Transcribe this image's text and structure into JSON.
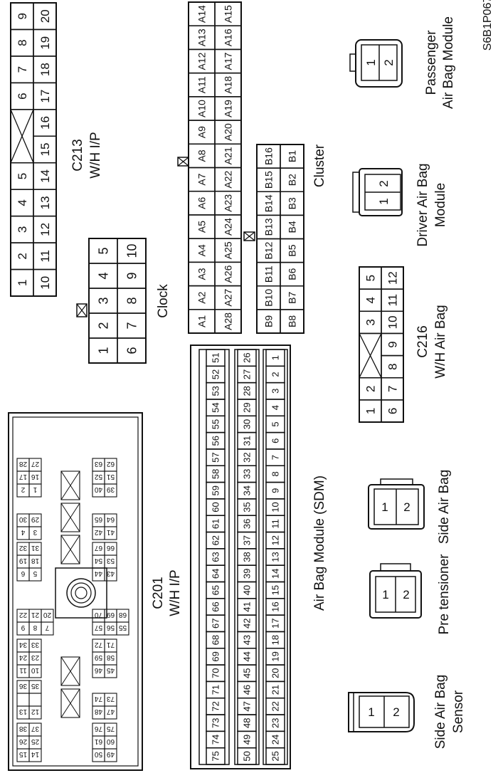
{
  "figure_id": "S6B1P067",
  "connectors": {
    "c213": {
      "title": "C213",
      "subtitle": "W/H I/P",
      "row1": [
        "1",
        "2",
        "3",
        "4",
        "5",
        "",
        "6",
        "7",
        "8",
        "9"
      ],
      "row2": [
        "10",
        "11",
        "12",
        "13",
        "14",
        "15",
        "16",
        "17",
        "18",
        "19",
        "20"
      ]
    },
    "cluster": {
      "title": "Cluster",
      "a_row1": [
        "A1",
        "A2",
        "A3",
        "A4",
        "A5",
        "A6",
        "A7",
        "A8",
        "A9",
        "A10",
        "A11",
        "A12",
        "A13",
        "A14"
      ],
      "a_row2": [
        "A28",
        "A27",
        "A26",
        "A25",
        "A24",
        "A23",
        "A22",
        "A21",
        "A20",
        "A19",
        "A18",
        "A17",
        "A16",
        "A15"
      ],
      "b_row1": [
        "B9",
        "B10",
        "B11",
        "B12",
        "B13",
        "B14",
        "B15",
        "B16"
      ],
      "b_row2": [
        "B8",
        "B7",
        "B6",
        "B5",
        "B4",
        "B3",
        "B2",
        "B1"
      ]
    },
    "clock": {
      "title": "Clock",
      "row1": [
        "1",
        "2",
        "3",
        "4",
        "5"
      ],
      "row2": [
        "6",
        "7",
        "8",
        "9",
        "10"
      ]
    },
    "passenger_airbag": {
      "title_line1": "Passenger",
      "title_line2": "Air Bag Module",
      "pins": [
        "1",
        "2"
      ]
    },
    "driver_airbag": {
      "title_line1": "Driver Air Bag",
      "title_line2": "Module",
      "pins": [
        "1",
        "2"
      ]
    },
    "c216": {
      "title": "C216",
      "subtitle": "W/H Air Bag",
      "row1": [
        "1",
        "2",
        "",
        "3",
        "4",
        "5"
      ],
      "row2": [
        "6",
        "7",
        "8",
        "9",
        "10",
        "11",
        "12"
      ]
    },
    "sdm": {
      "title": "Air Bag Module (SDM)",
      "row1": [
        "75",
        "74",
        "73",
        "72",
        "71",
        "70",
        "69",
        "68",
        "67",
        "66",
        "65",
        "64",
        "63",
        "62",
        "61",
        "60",
        "59",
        "58",
        "57",
        "56",
        "55",
        "54",
        "53",
        "52",
        "51"
      ],
      "row2": [
        "50",
        "49",
        "48",
        "47",
        "46",
        "45",
        "44",
        "43",
        "42",
        "41",
        "40",
        "39",
        "38",
        "37",
        "36",
        "35",
        "34",
        "33",
        "32",
        "31",
        "30",
        "29",
        "28",
        "27",
        "26"
      ],
      "row3": [
        "25",
        "24",
        "23",
        "22",
        "21",
        "20",
        "19",
        "18",
        "17",
        "16",
        "15",
        "14",
        "13",
        "12",
        "11",
        "10",
        "9",
        "8",
        "7",
        "6",
        "5",
        "4",
        "3",
        "2",
        "1"
      ]
    },
    "side_airbag": {
      "title": "Side Air Bag",
      "pins": [
        "1",
        "2"
      ]
    },
    "pretensioner": {
      "title": "Pre tensioner",
      "pins": [
        "1",
        "2"
      ]
    },
    "side_airbag_sensor": {
      "title_line1": "Side Air Bag",
      "title_line2": "Sensor",
      "pins": [
        "1",
        "2"
      ]
    },
    "c201": {
      "title": "C201",
      "subtitle": "W/H I/P",
      "groups": [
        {
          "rows": [
            [
              "15",
              "14"
            ],
            [
              "26",
              "25"
            ],
            [
              "38",
              "37"
            ]
          ]
        },
        {
          "rows": [
            [
              "13",
              "12"
            ],
            [
              "",
              ""
            ],
            [
              "36",
              "35"
            ]
          ]
        },
        {
          "rows": [
            [
              "11",
              "10"
            ],
            [
              "24",
              "23"
            ],
            [
              "34",
              "33"
            ]
          ]
        },
        {
          "rows": [
            [
              "9",
              "8",
              "7"
            ],
            [
              "22",
              "21",
              "20"
            ]
          ]
        },
        {
          "rows": [
            [
              "6",
              "5"
            ],
            [
              "19",
              "18"
            ],
            [
              "32",
              "31"
            ]
          ]
        },
        {
          "rows": [
            [
              "4",
              "3"
            ],
            [
              "30",
              "29"
            ]
          ]
        },
        {
          "rows": [
            [
              "2",
              "1"
            ],
            [
              "17",
              "16"
            ],
            [
              "28",
              "27"
            ]
          ]
        },
        {
          "rows": [
            [
              "50",
              "49"
            ],
            [
              "61",
              "60"
            ],
            [
              "76",
              "75"
            ]
          ]
        },
        {
          "rows": [
            [
              "48",
              "47"
            ],
            [
              "74",
              "73"
            ]
          ]
        },
        {
          "rows": [
            [
              "46",
              "45"
            ],
            [
              "59",
              "58"
            ],
            [
              "72",
              "71"
            ]
          ]
        },
        {
          "rows": [
            [
              "57",
              "56",
              "55"
            ],
            [
              "70",
              "69",
              "68"
            ]
          ]
        },
        {
          "rows": [
            [
              "44",
              "43"
            ],
            [
              "54",
              "53"
            ],
            [
              "67",
              "66"
            ]
          ]
        },
        {
          "rows": [
            [
              "42",
              "41"
            ],
            [
              "65",
              "64"
            ]
          ]
        },
        {
          "rows": [
            [
              "40",
              "39"
            ],
            [
              "52",
              "51"
            ],
            [
              "63",
              "62"
            ]
          ]
        }
      ]
    }
  }
}
